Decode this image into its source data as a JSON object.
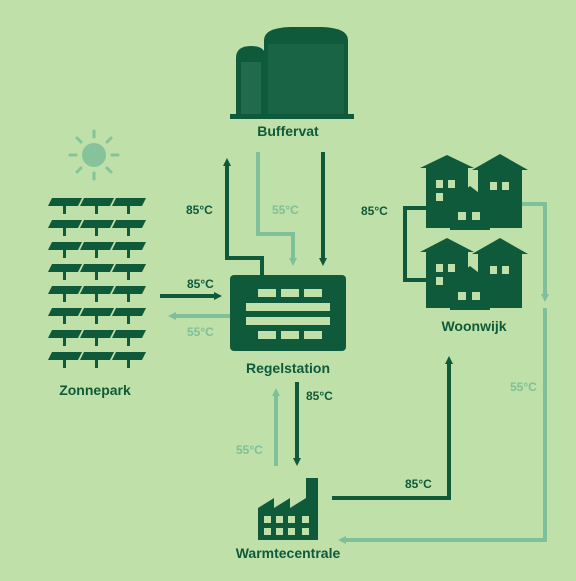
{
  "colors": {
    "background": "#bfe0a8",
    "dark": "#0e5a3a",
    "light": "#7fbf99",
    "sun": "#86c39a"
  },
  "nodes": {
    "buffer": {
      "label": "Buffervat",
      "icon": "storage-tank-icon"
    },
    "solar": {
      "label": "Zonnepark",
      "icon": "solar-panel-icon"
    },
    "station": {
      "label": "Regelstation",
      "icon": "control-station-icon"
    },
    "homes": {
      "label": "Woonwijk",
      "icon": "houses-icon"
    },
    "plant": {
      "label": "Warmtecentrale",
      "icon": "factory-icon"
    }
  },
  "flows": {
    "station_to_buffer": "85°C",
    "buffer_to_station": "55°C",
    "solar_to_station": "85°C",
    "station_to_solar": "55°C",
    "homes_supply": "85°C",
    "homes_return": "55°C",
    "station_to_plant": "85°C",
    "plant_to_station": "55°C",
    "plant_to_homes": "85°C"
  }
}
